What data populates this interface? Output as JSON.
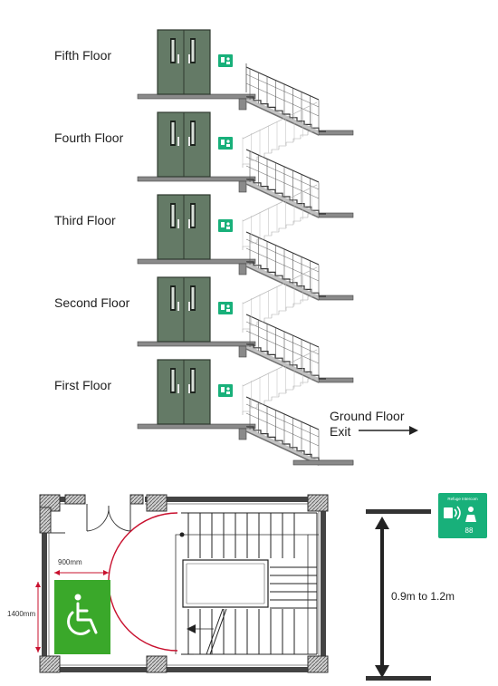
{
  "floors": [
    {
      "label": "Fifth Floor"
    },
    {
      "label": "Fourth Floor"
    },
    {
      "label": "Third Floor"
    },
    {
      "label": "Second Floor"
    },
    {
      "label": "First Floor"
    }
  ],
  "exit": {
    "line1": "Ground Floor",
    "line2": "Exit"
  },
  "plan": {
    "width_dim": "900mm",
    "height_dim": "1400mm"
  },
  "height_range": "0.9m to 1.2m",
  "sign": {
    "text": "Refuge Intercom",
    "number": "88"
  },
  "colors": {
    "door": "#647a66",
    "door_frame": "#2f3a30",
    "sign_green": "#18b07a",
    "refuge_green": "#3aa82a",
    "dimension_red": "#c8102e",
    "slab": "#8a8a8a"
  }
}
